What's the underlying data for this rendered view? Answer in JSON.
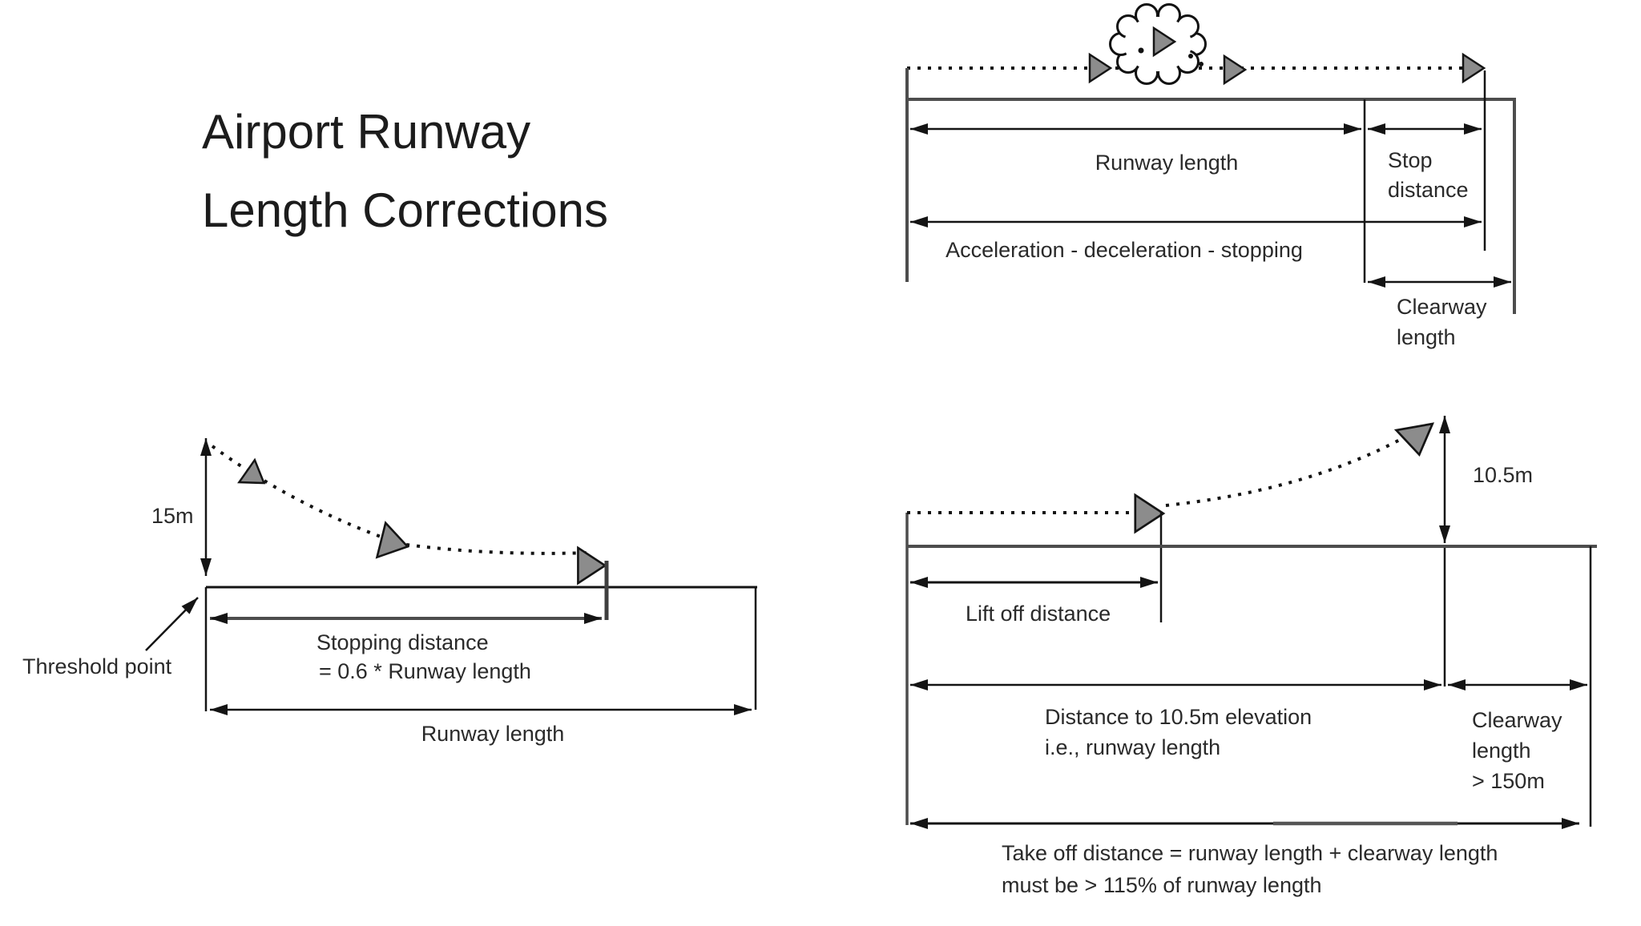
{
  "title": {
    "line1": "Airport Runway",
    "line2": "Length Corrections"
  },
  "colors": {
    "line_black": "#141414",
    "line_gray_thick": "#4d4d4d",
    "arrowhead_gray": "#8c8c8c",
    "text": "#2a2a2a"
  },
  "top_right": {
    "runway_length": "Runway length",
    "stop_line1": "Stop",
    "stop_line2": "distance",
    "acceleration": "Acceleration - deceleration - stopping",
    "clearway_line1": "Clearway",
    "clearway_line2": "length"
  },
  "bottom_left": {
    "height": "15m",
    "threshold": "Threshold point",
    "stopping_line1": "Stopping distance",
    "stopping_line2": "= 0.6 * Runway length",
    "runway_length": "Runway length"
  },
  "bottom_right": {
    "height": "10.5m",
    "lift_off": "Lift off distance",
    "distance_line1": "Distance to 10.5m elevation",
    "distance_line2": "i.e., runway length",
    "clearway_line1": "Clearway",
    "clearway_line2": "length",
    "clearway_line3": "> 150m",
    "takeoff_line1": "Take off distance = runway length + clearway length",
    "takeoff_line2": "must be > 115% of runway length"
  }
}
